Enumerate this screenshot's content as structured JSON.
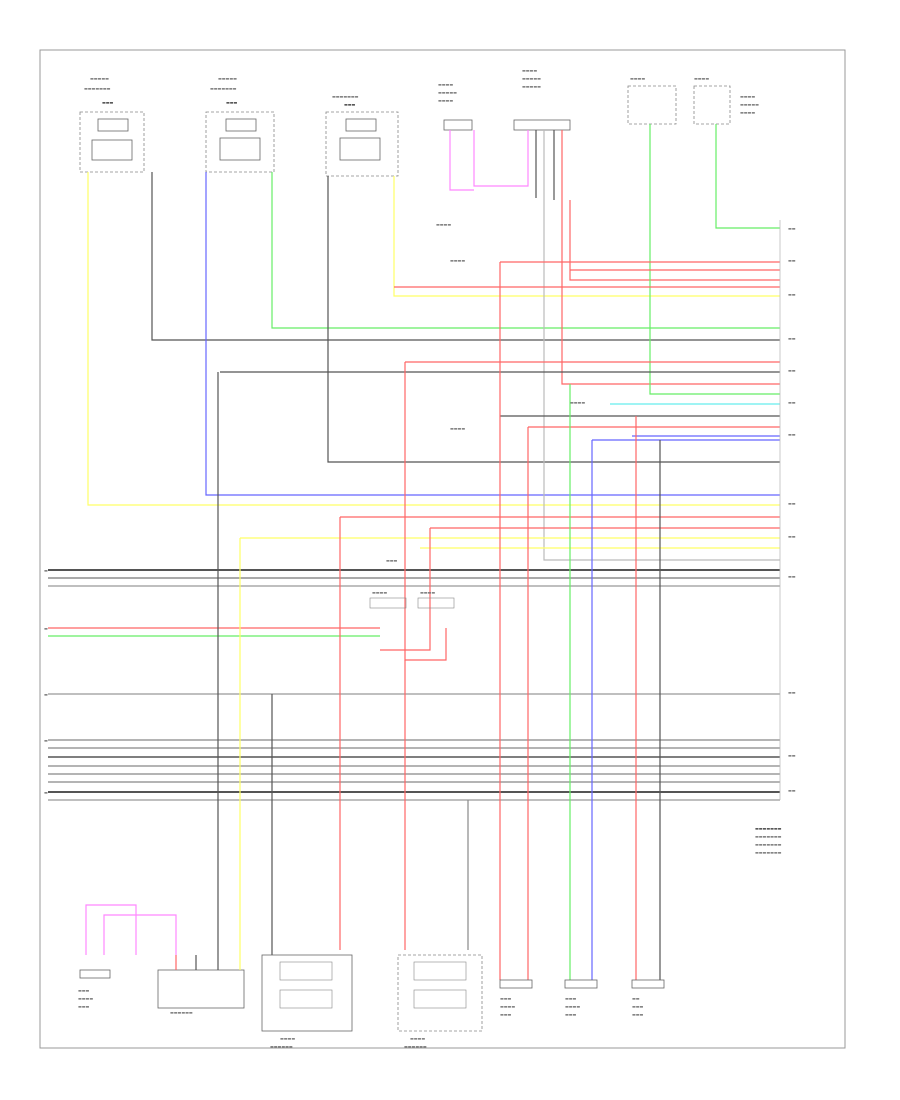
{
  "diagram": {
    "page_ref": "",
    "footer_ref": ""
  },
  "colors": {
    "wire_yellow": "#ffff66",
    "wire_blue": "#6666ff",
    "wire_green": "#66ee66",
    "wire_red": "#ff6666",
    "wire_pink": "#ff88ff",
    "wire_cyan": "#66eeee",
    "wire_black": "#555555",
    "wire_gray": "#bbbbbb",
    "frame": "#999999"
  },
  "components": {
    "top": [
      {
        "id": "front-left-speaker",
        "label": ""
      },
      {
        "id": "front-right-speaker",
        "label": ""
      },
      {
        "id": "front-tweeter",
        "label": ""
      },
      {
        "id": "front-usb-connector",
        "label": ""
      },
      {
        "id": "rear-usb-connector",
        "label": ""
      },
      {
        "id": "aux-connector",
        "label": ""
      }
    ],
    "bottom": [
      {
        "id": "left-rear-tweeter",
        "label": ""
      },
      {
        "id": "left-rear-speaker",
        "label": ""
      },
      {
        "id": "left-rear-door-speaker",
        "label": ""
      },
      {
        "id": "right-rear-door-speaker",
        "label": ""
      },
      {
        "id": "right-rear-tweeter-1",
        "label": ""
      },
      {
        "id": "right-rear-tweeter-2",
        "label": ""
      },
      {
        "id": "radio-antenna",
        "label": ""
      }
    ],
    "right": {
      "id": "stereo-component-amplifier",
      "label": ""
    }
  }
}
